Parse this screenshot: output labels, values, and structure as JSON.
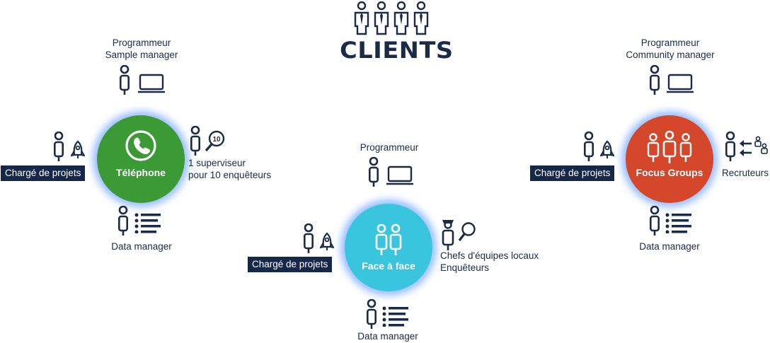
{
  "title": "CLIENTS",
  "colors": {
    "navy": "#1b2a47",
    "telephone": "#3c9a35",
    "face_a_face": "#3ac5de",
    "focus_groups": "#d5472a",
    "glow": "#8fbcff"
  },
  "telephone": {
    "circle_label": "Téléphone",
    "icon": "phone-icon",
    "top_label_1": "Programmeur",
    "top_label_2": "Sample manager",
    "left_box": "Chargé de projets",
    "right_label_1": "1 superviseur",
    "right_label_2": "pour 10 enquêteurs",
    "badge": "10",
    "bottom_label": "Data manager"
  },
  "face": {
    "circle_label": "Face à face",
    "icon": "two-people-icon",
    "top_label": "Programmeur",
    "left_box": "Chargé de projets",
    "right_label_1": "Chefs d'équipes locaux",
    "right_label_2": "Enquêteurs",
    "bottom_label": "Data manager"
  },
  "focus": {
    "circle_label": "Focus Groups",
    "icon": "group-icon",
    "top_label_1": "Programmeur",
    "top_label_2": "Community manager",
    "left_box": "Chargé de projets",
    "right_label": "Recruteurs",
    "bottom_label": "Data manager"
  }
}
